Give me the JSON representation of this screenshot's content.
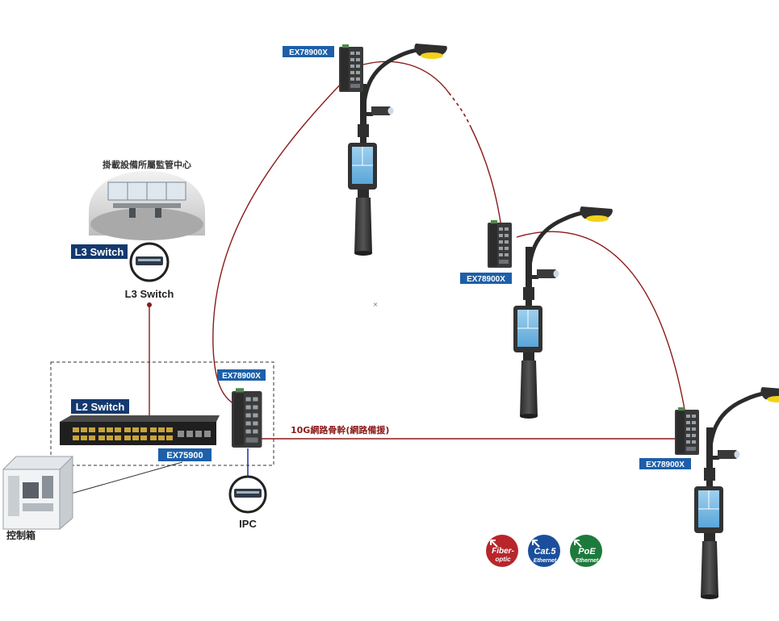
{
  "control_center": {
    "title": "掛載設備所屬監管中心"
  },
  "l3_switch": {
    "tag": "L3 Switch",
    "caption": "L3 Switch"
  },
  "l2_switch": {
    "tag": "L2 Switch",
    "model": "EX75900"
  },
  "control_box": {
    "caption": "控制箱"
  },
  "ipc": {
    "caption": "IPC"
  },
  "poles": [
    {
      "model": "EX78900X"
    },
    {
      "model": "EX78900X"
    },
    {
      "model": "EX78900X"
    },
    {
      "model": "EX78900X"
    }
  ],
  "backbone": {
    "label": "10G網路骨幹(網路備援)"
  },
  "legend": [
    {
      "line1": "Fiber-",
      "line2": "optic",
      "icon": "fiber-optic-icon",
      "color": "#b8262b"
    },
    {
      "line1": "Cat.5",
      "line2": "Ethernet",
      "icon": "cat5-ethernet-icon",
      "color": "#1b4f9c"
    },
    {
      "line1": "PoE",
      "line2": "Ethernet",
      "icon": "poe-ethernet-icon",
      "color": "#1e7a3c"
    }
  ],
  "colors": {
    "fiber": "#8b1a1a",
    "ethernet": "#2a3d9a",
    "label_blue": "#1d5fa8",
    "navy": "#14396e"
  },
  "center_marker": "×"
}
